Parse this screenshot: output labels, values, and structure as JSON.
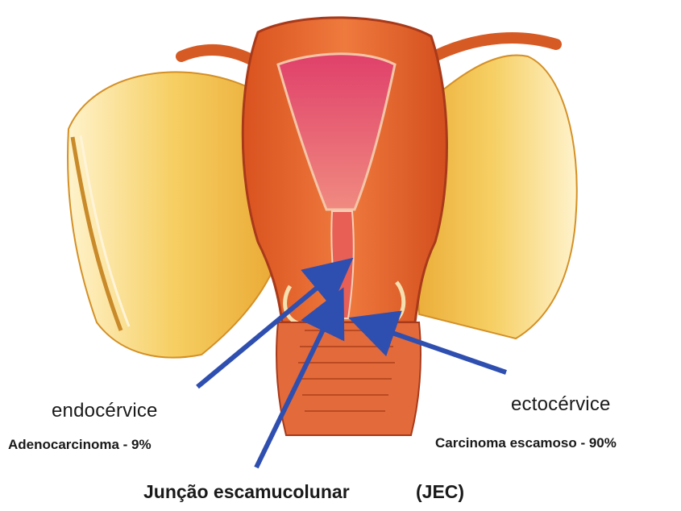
{
  "labels": {
    "endocervix_title": "endocérvice",
    "endocervix_cancer": "Adenocarcinoma  - 9%",
    "ectocervix_title": "ectocérvice",
    "ectocervix_cancer": "Carcinoma escamoso - 90%",
    "junction": "Junção  escamucolunar",
    "junction_abbrev": "(JEC)"
  },
  "colors": {
    "arrow": "#2f4fb0",
    "muscle": "#e2642c",
    "cavity": "#d93a5a",
    "fat": "#f3c24a"
  }
}
